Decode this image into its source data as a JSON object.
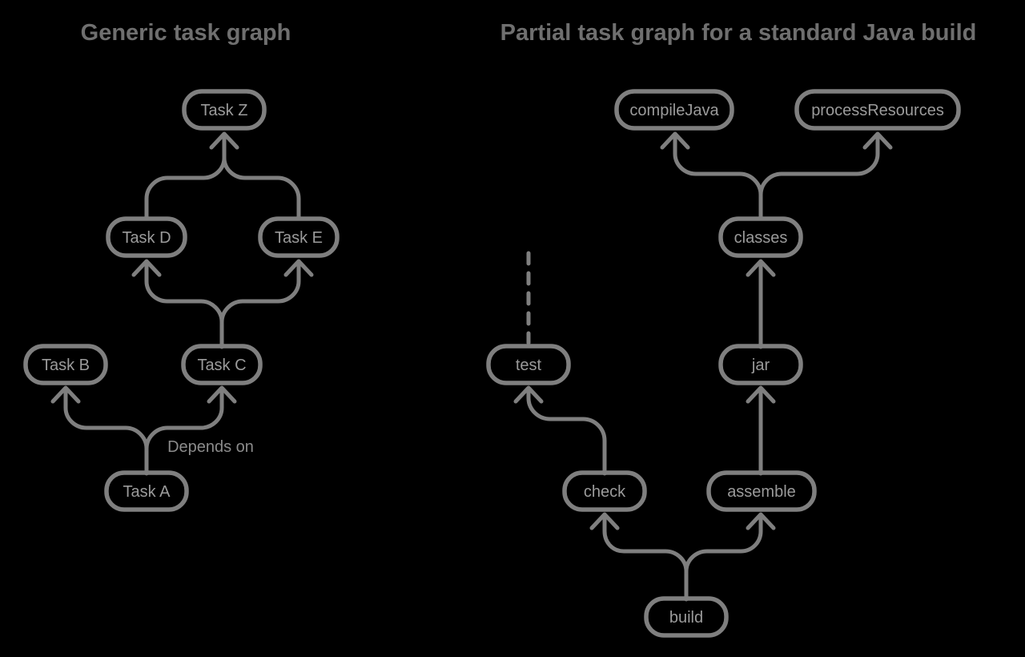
{
  "colors": {
    "background": "#000000",
    "node_border": "#7f7f7f",
    "node_text": "#9b9b9b",
    "arrow": "#7f7f7f",
    "title_text": "#6f6f6f",
    "annotation_text": "#8b8b8b"
  },
  "left_graph": {
    "title": "Generic task graph",
    "annotation": "Depends on",
    "nodes": {
      "task_z": "Task Z",
      "task_d": "Task D",
      "task_e": "Task E",
      "task_b": "Task B",
      "task_c": "Task C",
      "task_a": "Task A"
    },
    "edges": [
      {
        "from": "task_a",
        "to": "task_b",
        "label": "Depends on"
      },
      {
        "from": "task_a",
        "to": "task_c",
        "label": "Depends on"
      },
      {
        "from": "task_c",
        "to": "task_d"
      },
      {
        "from": "task_c",
        "to": "task_e"
      },
      {
        "from": "task_d",
        "to": "task_z"
      },
      {
        "from": "task_e",
        "to": "task_z"
      }
    ]
  },
  "right_graph": {
    "title": "Partial task graph for a standard Java build",
    "nodes": {
      "compile_java": "compileJava",
      "process_resources": "processResources",
      "classes": "classes",
      "test": "test",
      "jar": "jar",
      "check": "check",
      "assemble": "assemble",
      "build": "build"
    },
    "edges": [
      {
        "from": "build",
        "to": "check"
      },
      {
        "from": "build",
        "to": "assemble"
      },
      {
        "from": "check",
        "to": "test"
      },
      {
        "from": "assemble",
        "to": "jar"
      },
      {
        "from": "jar",
        "to": "classes"
      },
      {
        "from": "classes",
        "to": "compile_java"
      },
      {
        "from": "classes",
        "to": "process_resources"
      },
      {
        "from": "test",
        "to": "more-tasks-dashed-continuation"
      }
    ]
  }
}
